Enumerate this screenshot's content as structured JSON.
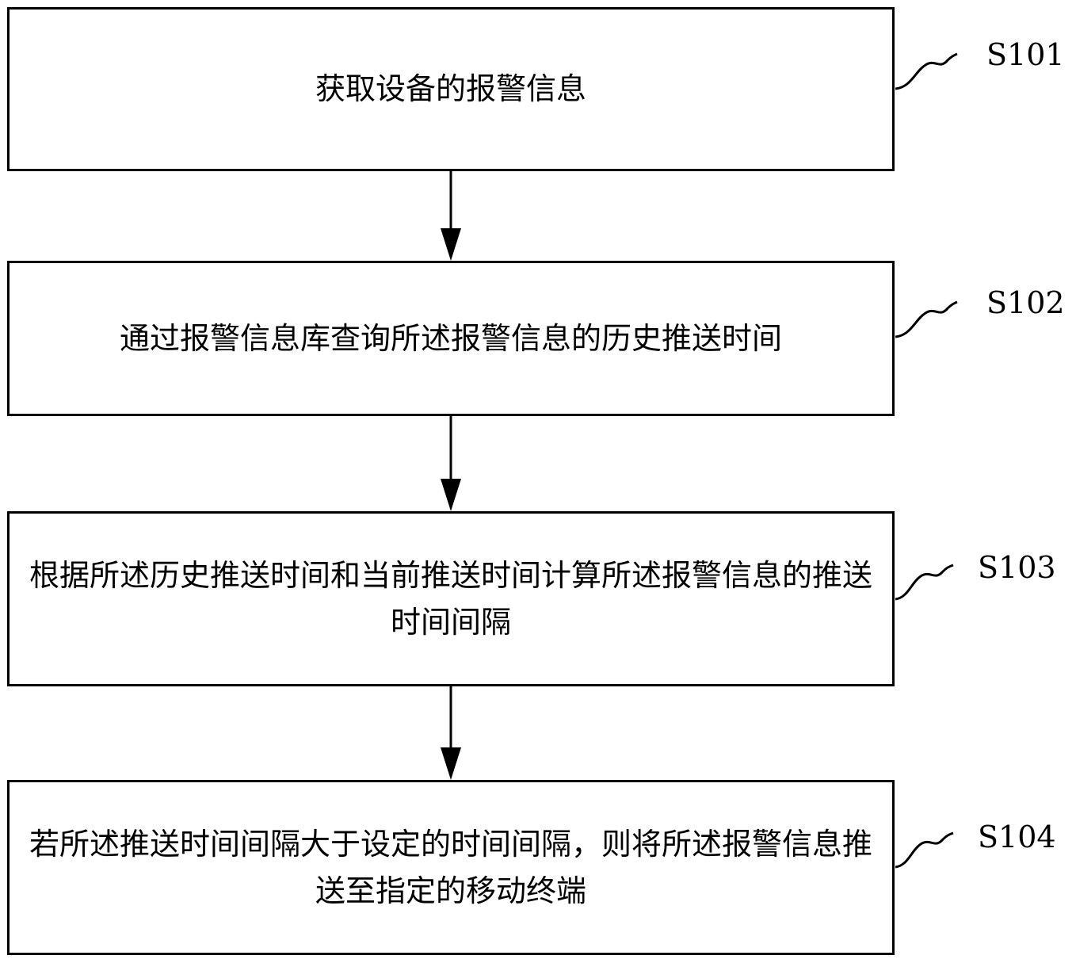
{
  "steps": [
    {
      "id": "S101",
      "text": "获取设备的报警信息"
    },
    {
      "id": "S102",
      "text": "通过报警信息库查询所述报警信息的历史推送时间"
    },
    {
      "id": "S103",
      "text": "根据所述历史推送时间和当前推送时间计算所述报警信息的推送时间间隔"
    },
    {
      "id": "S104",
      "text": "若所述推送时间间隔大于设定的时间间隔，则将所述报警信息推送至指定的移动终端"
    }
  ]
}
